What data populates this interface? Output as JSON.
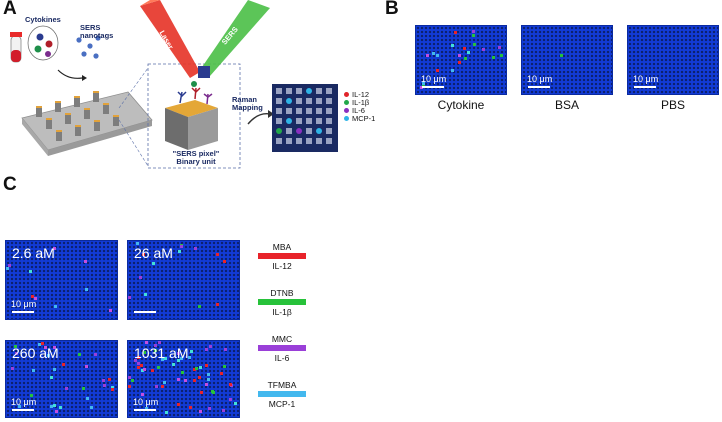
{
  "panels": {
    "a": "A",
    "b": "B",
    "c": "C"
  },
  "panel_a": {
    "cytokines_label": "Cytokines",
    "nanotags_label": "SERS\nnanotags",
    "laser_label": "Laser",
    "sers_label": "SERS",
    "raman_label": "Raman\nMapping",
    "pixel_label": "\"SERS pixel\"\nBinary unit",
    "map_legend": [
      {
        "label": "IL-12",
        "color": "#e0242a"
      },
      {
        "label": "IL-1β",
        "color": "#22a84a"
      },
      {
        "label": "IL-6",
        "color": "#8a2fc0"
      },
      {
        "label": "MCP-1",
        "color": "#2fb4e6"
      }
    ]
  },
  "panel_b": {
    "images": [
      {
        "caption": "Cytokine",
        "scale": "10 μm"
      },
      {
        "caption": "BSA",
        "scale": "10 μm"
      },
      {
        "caption": "PBS",
        "scale": "10 μm"
      }
    ]
  },
  "panel_c": {
    "images": [
      {
        "conc": "2.6 aM",
        "scale": "10 μm"
      },
      {
        "conc": "26 aM",
        "scale": ""
      },
      {
        "conc": "260 aM",
        "scale": "10 μm"
      },
      {
        "conc": "1031 aM",
        "scale": "10 μm"
      }
    ],
    "legend": [
      {
        "reporter": "MBA",
        "target": "IL-12",
        "color": "#e8232a"
      },
      {
        "reporter": "DTNB",
        "target": "IL-1β",
        "color": "#27c23a"
      },
      {
        "reporter": "MMC",
        "target": "IL-6",
        "color": "#9a3fd8"
      },
      {
        "reporter": "TFMBA",
        "target": "MCP-1",
        "color": "#43b8ee"
      }
    ]
  },
  "colors": {
    "background": "#123bd6",
    "accent_red": "#e8232a",
    "accent_green": "#27c23a"
  }
}
